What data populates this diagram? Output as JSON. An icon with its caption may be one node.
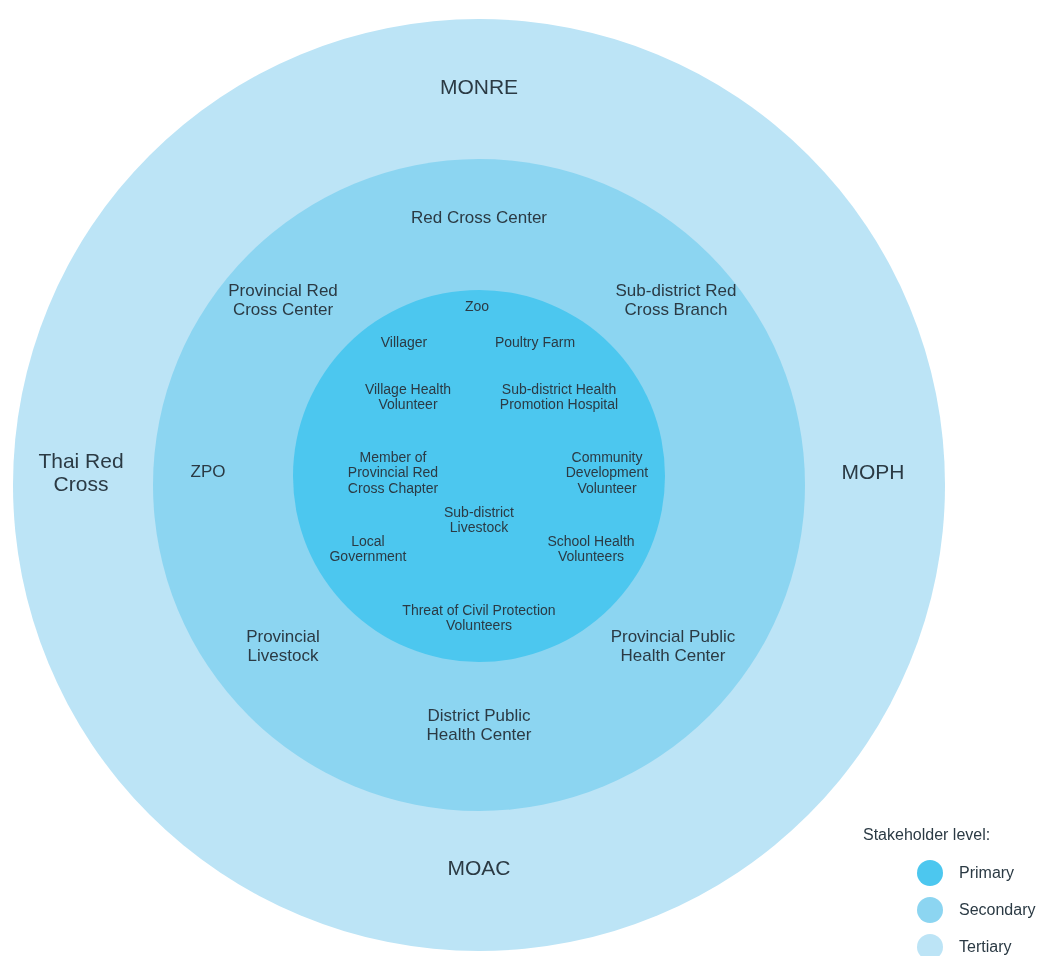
{
  "diagram": {
    "nodes": [
      {
        "text": [
          "MONRE",
          "Thai Red Cross",
          "MOPH",
          "MOAC"
        ]
      },
      {
        "text": [
          "Red Cross Center",
          "Provincial Red Cross Center",
          "Sub-district Red Cross Branch",
          "ZPO",
          "Provincial Livestock",
          "Provincial Public Health Center",
          "District Public Health Center"
        ],
        "in": 0
      },
      {
        "text": [
          "Zoo",
          "Villager",
          "Poultry Farm",
          "Village Health Volunteer",
          "Sub-district Health Promotion Hospital",
          "Member of Provincial Red Cross Chapter",
          "Community Development Volunteer",
          "Sub-district Livestock",
          "Local Government",
          "School Health Volunteers",
          "Threat of Civil Protection Volunteers"
        ],
        "in": 1
      }
    ],
    "labels": [
      "Stakeholder level:"
    ],
    "legend": [
      {
        "text": "Primary",
        "color": "#4cc7ef"
      },
      {
        "text": "Secondary",
        "color": "#8cd5f1"
      },
      {
        "text": "Tertiary",
        "color": "#bce4f6"
      }
    ]
  }
}
